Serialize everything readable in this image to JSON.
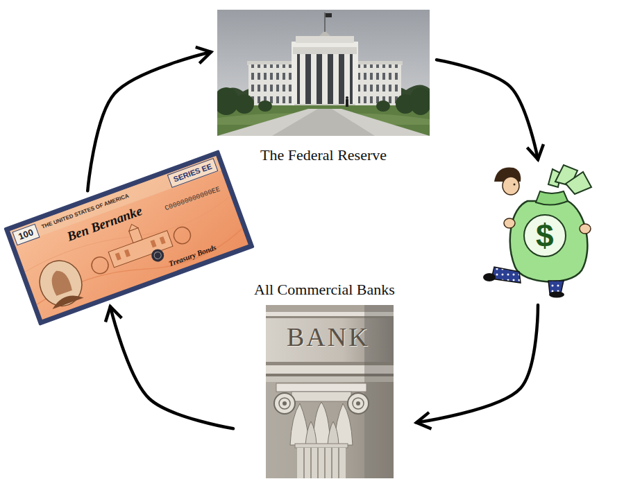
{
  "diagram": {
    "nodes": [
      {
        "text": [
          "The Federal Reserve"
        ]
      },
      {
        "text": [
          "$"
        ]
      },
      {
        "text": [
          "All Commercial Banks",
          "BANK"
        ]
      },
      {
        "text": [
          "100",
          "THE UNITED STATES OF AMERICA",
          "SERIES EE",
          "Ben Bernanke",
          "C00000000000EE",
          "Treasury Bonds"
        ]
      }
    ],
    "edges": [
      {
        "from": 0,
        "to": 1,
        "arrow": "to"
      },
      {
        "from": 1,
        "to": 2,
        "arrow": "to"
      },
      {
        "from": 2,
        "to": 3,
        "arrow": "to"
      },
      {
        "from": 3,
        "to": 0,
        "arrow": "to"
      }
    ]
  }
}
